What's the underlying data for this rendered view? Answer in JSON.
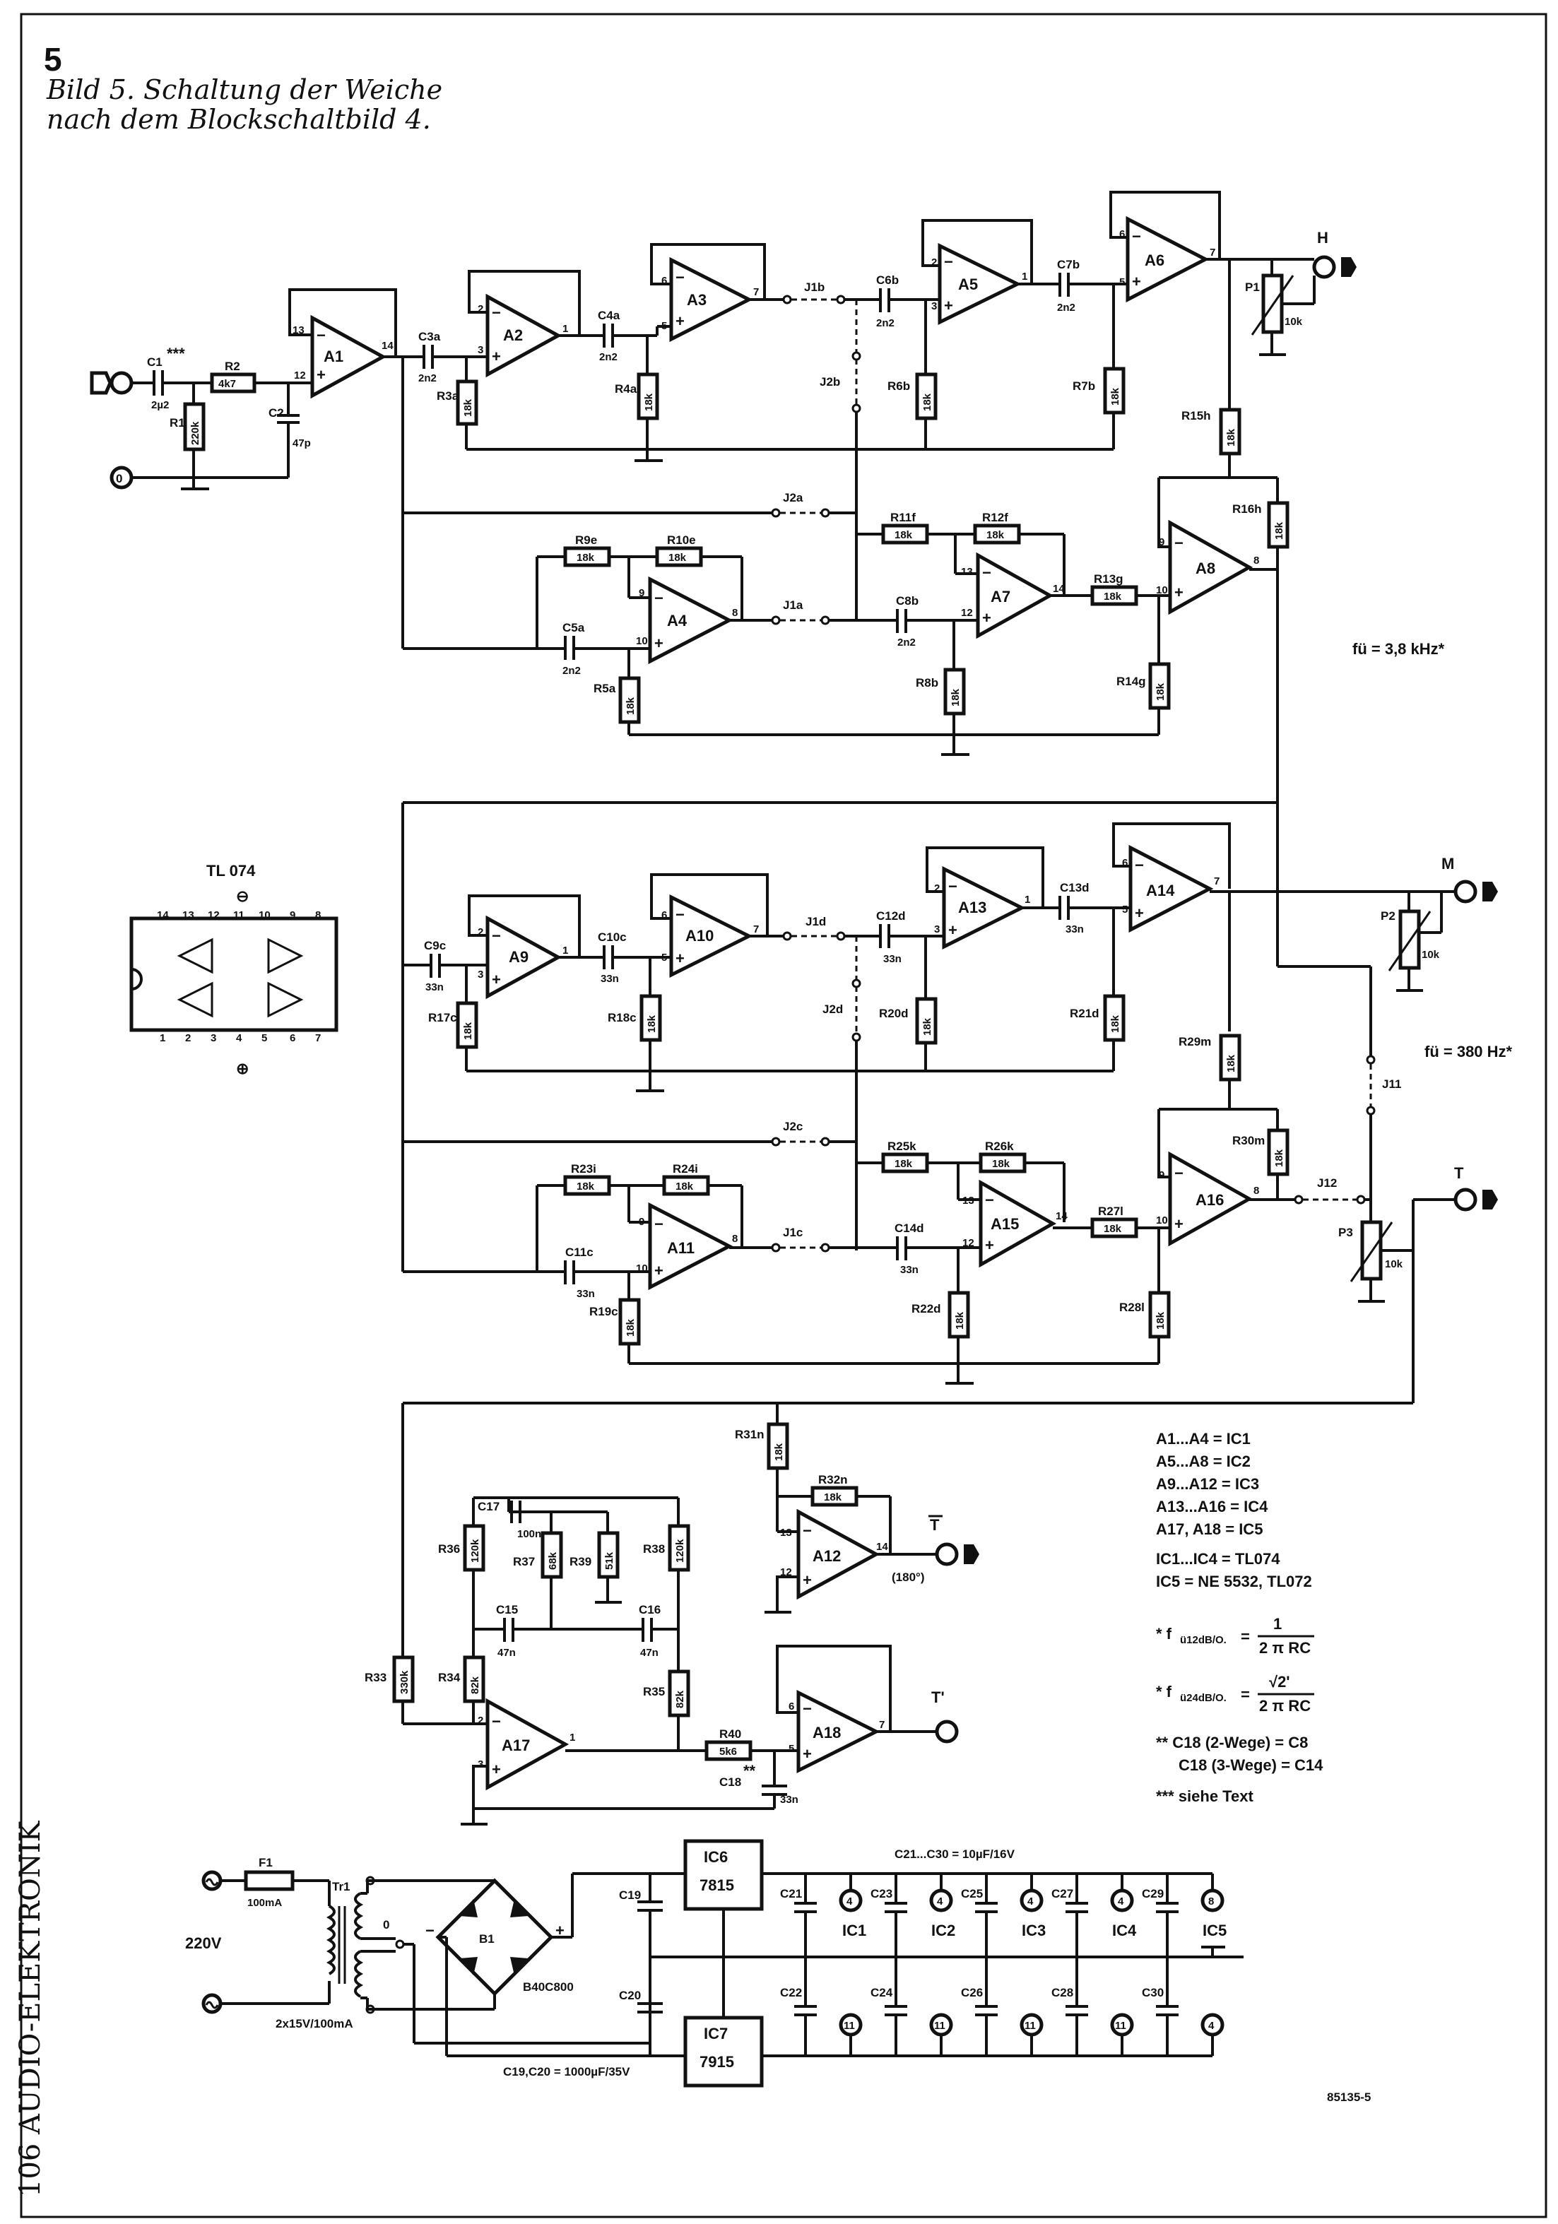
{
  "figure": {
    "number": "5",
    "caption_line1": "Bild 5. Schaltung der Weiche",
    "caption_line2": "nach dem Blockschaltbild 4.",
    "ref_code": "85135-5",
    "page_label": "106 AUDIO-ELEKTRONIK"
  },
  "ic_pinout": {
    "title": "TL 074",
    "top_pins": [
      "14",
      "13",
      "12",
      "11",
      "10",
      "9",
      "8"
    ],
    "bottom_pins": [
      "1",
      "2",
      "3",
      "4",
      "5",
      "6",
      "7"
    ],
    "minus": "⊖",
    "plus": "⊕"
  },
  "opamps": {
    "A1": "A1",
    "A2": "A2",
    "A3": "A3",
    "A4": "A4",
    "A5": "A5",
    "A6": "A6",
    "A7": "A7",
    "A8": "A8",
    "A9": "A9",
    "A10": "A10",
    "A11": "A11",
    "A12": "A12",
    "A13": "A13",
    "A14": "A14",
    "A15": "A15",
    "A16": "A16",
    "A17": "A17",
    "A18": "A18"
  },
  "components": {
    "C1": "C1",
    "C1v": "2µ2",
    "C1s": "***",
    "R1": "R1",
    "R1v": "220k",
    "R2": "R2",
    "R2v": "4k7",
    "C2": "C2",
    "C2v": "47p",
    "C3a": "C3a",
    "C3av": "2n2",
    "R3a": "R3a",
    "R3av": "18k",
    "C4a": "C4a",
    "C4av": "2n2",
    "R4a": "R4a",
    "R4av": "18k",
    "J1b": "J1b",
    "J2b": "J2b",
    "J2a": "J2a",
    "J1a": "J1a",
    "C6b": "C6b",
    "C6bv": "2n2",
    "R6b": "R6b",
    "R6bv": "18k",
    "C7b": "C7b",
    "C7bv": "2n2",
    "R7b": "R7b",
    "R7bv": "18k",
    "P1": "P1",
    "P1v": "10k",
    "R15h": "R15h",
    "R15hv": "18k",
    "R16h": "R16h",
    "R16hv": "18k",
    "R11f": "R11f",
    "R11fv": "18k",
    "R12f": "R12f",
    "R12fv": "18k",
    "R13g": "R13g",
    "R13gv": "18k",
    "R9e": "R9e",
    "R9ev": "18k",
    "R10e": "R10e",
    "R10ev": "18k",
    "C5a": "C5a",
    "C5av": "2n2",
    "R5a": "R5a",
    "R5av": "18k",
    "C8b": "C8b",
    "C8bv": "2n2",
    "R8b": "R8b",
    "R8bv": "18k",
    "R14g": "R14g",
    "R14gv": "18k",
    "C9c": "C9c",
    "C9cv": "33n",
    "R17c": "R17c",
    "R17cv": "18k",
    "C10c": "C10c",
    "C10cv": "33n",
    "R18c": "R18c",
    "R18cv": "18k",
    "J1d": "J1d",
    "J2d": "J2d",
    "J2c": "J2c",
    "J1c": "J1c",
    "J11": "J11",
    "J12": "J12",
    "C12d": "C12d",
    "C12dv": "33n",
    "R20d": "R20d",
    "R20dv": "18k",
    "C13d": "C13d",
    "C13dv": "33n",
    "R21d": "R21d",
    "R21dv": "18k",
    "P2": "P2",
    "P2v": "10k",
    "R29m": "R29m",
    "R29mv": "18k",
    "R30m": "R30m",
    "R30mv": "18k",
    "R23i": "R23i",
    "R23iv": "18k",
    "R24i": "R24i",
    "R24iv": "18k",
    "R25k": "R25k",
    "R25kv": "18k",
    "R26k": "R26k",
    "R26kv": "18k",
    "R27l": "R27l",
    "R27lv": "18k",
    "C11c": "C11c",
    "C11cv": "33n",
    "R19c": "R19c",
    "R19cv": "18k",
    "C14d": "C14d",
    "C14dv": "33n",
    "R22d": "R22d",
    "R22dv": "18k",
    "R28l": "R28l",
    "R28lv": "18k",
    "P3": "P3",
    "P3v": "10k",
    "R31n": "R31n",
    "R31nv": "18k",
    "R32n": "R32n",
    "R32nv": "18k",
    "C17": "C17",
    "C17v": "100n",
    "R36": "R36",
    "R36v": "120k",
    "R37": "R37",
    "R37v": "68k",
    "R39": "R39",
    "R39v": "51k",
    "R38": "R38",
    "R38v": "120k",
    "C15": "C15",
    "C15v": "47n",
    "C16": "C16",
    "C16v": "47n",
    "R33": "R33",
    "R33v": "330k",
    "R34": "R34",
    "R34v": "82k",
    "R35": "R35",
    "R35v": "82k",
    "R40": "R40",
    "R40v": "5k6",
    "C18": "C18",
    "C18s": "**",
    "C18v": "33n",
    "F1": "F1",
    "F1v": "100mA",
    "Tr1": "Tr1",
    "tr_spec": "2x15V/100mA",
    "mains": "220V",
    "B1": "B1",
    "B1v": "B40C800",
    "IC6": "IC6",
    "IC6v": "7815",
    "IC7": "IC7",
    "IC7v": "7915",
    "C19": "C19",
    "C20": "C20",
    "C1920": "C19,C20 = 1000µF/35V",
    "C2130": "C21...C30 = 10µF/16V",
    "C21": "C21",
    "C22": "C22",
    "C23": "C23",
    "C24": "C24",
    "C25": "C25",
    "C26": "C26",
    "C27": "C27",
    "C28": "C28",
    "C29": "C29",
    "C30": "C30",
    "IC1": "IC1",
    "IC2": "IC2",
    "IC3": "IC3",
    "IC4": "IC4",
    "IC5": "IC5"
  },
  "outputs": {
    "H": "H",
    "M": "M",
    "T": "T",
    "Tbar": "T",
    "Tbar_note": "(180°)",
    "Tprime": "T'"
  },
  "freq_notes": {
    "high": "fü = 3,8 kHz*",
    "mid": "fü = 380 Hz*"
  },
  "legend": [
    "A1...A4 = IC1",
    "A5...A8 = IC2",
    "A9...A12 = IC3",
    "A13...A16 = IC4",
    "A17, A18 = IC5",
    "IC1...IC4 = TL074",
    "IC5 = NE 5532, TL072"
  ],
  "formulas": {
    "f12_prefix": "* f",
    "f12_sub": "ü12dB/O.",
    "f12_num": "1",
    "f12_den": "2 π RC",
    "f24_prefix": "* f",
    "f24_sub": "ü24dB/O.",
    "f24_num": "√2'",
    "f24_den": "2 π RC"
  },
  "footnotes": [
    "** C18 (2-Wege) = C8",
    "C18 (3-Wege) = C14",
    "*** siehe Text"
  ],
  "supply_pins": {
    "plus_pin": "4",
    "minus_pin": "11",
    "ic5_plus": "8",
    "ic5_minus": "4",
    "zero": "0"
  }
}
